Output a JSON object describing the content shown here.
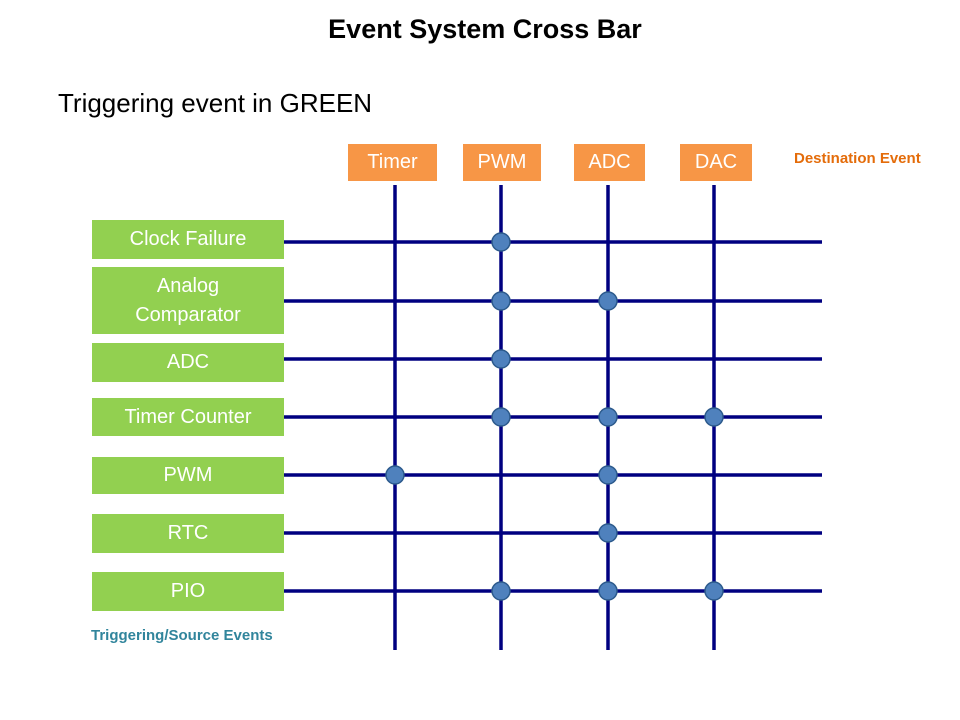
{
  "title": "Event System Cross Bar",
  "subtitle": "Triggering event in GREEN",
  "destination_caption": "Destination Event",
  "source_caption": "Triggering/Source Events",
  "colors": {
    "destination_box": "#f79646",
    "source_box": "#92d050",
    "bus_line": "#000080",
    "connection_dot": "#4f81bd",
    "destination_caption": "#e46c0a",
    "source_caption": "#31859c"
  },
  "destinations": [
    "Timer",
    "PWM",
    "ADC",
    "DAC"
  ],
  "sources": [
    "Clock Failure",
    "Analog Comparator",
    "ADC",
    "Timer Counter",
    "PWM",
    "RTC",
    "PIO"
  ],
  "connections": [
    {
      "source": "Clock Failure",
      "destinations": [
        "PWM"
      ]
    },
    {
      "source": "Analog Comparator",
      "destinations": [
        "PWM",
        "ADC"
      ]
    },
    {
      "source": "ADC",
      "destinations": [
        "PWM"
      ]
    },
    {
      "source": "Timer Counter",
      "destinations": [
        "PWM",
        "ADC",
        "DAC"
      ]
    },
    {
      "source": "PWM",
      "destinations": [
        "Timer",
        "ADC"
      ]
    },
    {
      "source": "RTC",
      "destinations": [
        "ADC"
      ]
    },
    {
      "source": "PIO",
      "destinations": [
        "PWM",
        "ADC",
        "DAC"
      ]
    }
  ]
}
